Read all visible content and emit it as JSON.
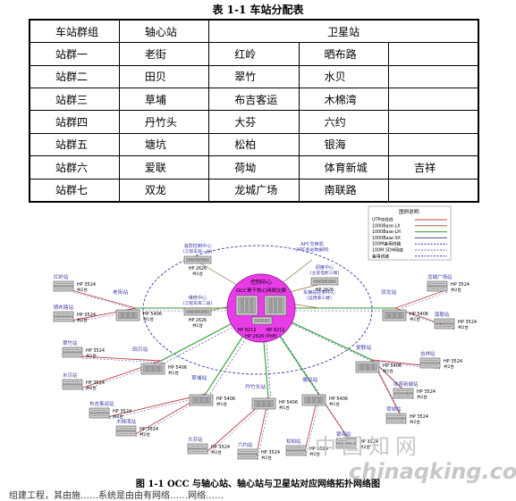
{
  "table": {
    "title": "表 1-1  车站分配表",
    "headers": [
      "车站群组",
      "轴心站",
      "卫星站"
    ],
    "rows": [
      {
        "group": "站群一",
        "hub": "老街",
        "sat": [
          "红岭",
          "晒布路"
        ]
      },
      {
        "group": "站群二",
        "hub": "田贝",
        "sat": [
          "翠竹",
          "水贝"
        ]
      },
      {
        "group": "站群三",
        "hub": "草埔",
        "sat": [
          "布吉客运",
          "木棉湾"
        ]
      },
      {
        "group": "站群四",
        "hub": "丹竹头",
        "sat": [
          "大芬",
          "六约"
        ]
      },
      {
        "group": "站群五",
        "hub": "塘坑",
        "sat": [
          "松柏",
          "银海"
        ]
      },
      {
        "group": "站群六",
        "hub": "爱联",
        "sat": [
          "荷坳",
          "体育新城",
          "吉祥"
        ]
      },
      {
        "group": "站群七",
        "hub": "双龙",
        "sat": [
          "龙城广场",
          "南联路"
        ]
      }
    ]
  },
  "diagram": {
    "legend": {
      "title": "图例说明:",
      "items": [
        {
          "label": "UTP双绞线",
          "color": "#c04040"
        },
        {
          "label": "1000Base-LX",
          "color": "#9a6a3a"
        },
        {
          "label": "1000Base-LH",
          "color": "#2aa02a"
        },
        {
          "label": "1000Base-SX",
          "color": "#4a4a9a"
        },
        {
          "label": "100M备用线路",
          "color": "#3030c0"
        },
        {
          "label": "100M SDH网络",
          "color": "#6060a0"
        },
        {
          "label": "备用线路",
          "color": "#3030c0"
        }
      ]
    },
    "center": {
      "label": "OCC骨干核心网络交换",
      "sublabel": "控制中心",
      "switches": [
        "HP 8212",
        "HP 8212",
        "HP 2626 (PoE)"
      ]
    },
    "inner_nodes": [
      {
        "name": "消防控制中心",
        "sub": "(工程车库一层)",
        "device": "HP 2626",
        "note": "共1台"
      },
      {
        "name": "维修中心",
        "sub": "(工程车库二层)",
        "device": "HP 2626",
        "note": "共1台"
      },
      {
        "name": "APC交换机",
        "sub": "(APC各站数据网)",
        "device": "",
        "note": ""
      },
      {
        "name": "调度中心",
        "sub": "(主变电所三楼)",
        "device": "HP 2626",
        "note": ""
      },
      {
        "name": "车辆段控制中心",
        "sub": "(运用库三楼)",
        "device": "",
        "note": ""
      }
    ],
    "hubs": [
      {
        "name": "老街站",
        "device": "HP 5406",
        "note": "共1台"
      },
      {
        "name": "田贝站",
        "device": "HP 5406",
        "note": "共1台"
      },
      {
        "name": "草埔站",
        "device": "HP 5406",
        "note": "共1台"
      },
      {
        "name": "丹竹头站",
        "device": "HP 5406",
        "note": "共1台"
      },
      {
        "name": "塘坑站",
        "device": "HP 5406",
        "note": "共1台"
      },
      {
        "name": "爱联站",
        "device": "HP 5406",
        "note": "共1台"
      },
      {
        "name": "双龙站",
        "device": "HP 5406",
        "note": "共1台"
      }
    ],
    "satellites": [
      {
        "name": "红岭站",
        "device": "HP 3524",
        "note": "共2台"
      },
      {
        "name": "晒布路站",
        "device": "HP 3524",
        "note": "共2台"
      },
      {
        "name": "翠竹站",
        "device": "HP 3524",
        "note": "共2台"
      },
      {
        "name": "水贝站",
        "device": "HP 3524",
        "note": "共2台"
      },
      {
        "name": "布吉客运站",
        "device": "HP 3524",
        "note": "共2台"
      },
      {
        "name": "木棉湾站",
        "device": "HP 3524",
        "note": "共2台"
      },
      {
        "name": "大芬站",
        "device": "HP 3524",
        "note": "共2台"
      },
      {
        "name": "六约站",
        "device": "HP 3524",
        "note": "共2台"
      },
      {
        "name": "松柏站",
        "device": "HP 3524",
        "note": "共2台"
      },
      {
        "name": "银海站",
        "device": "HP 3524",
        "note": "共2台"
      },
      {
        "name": "荷坳站",
        "device": "HP 3524",
        "note": "共2台"
      },
      {
        "name": "体育新城站",
        "device": "HP 3524",
        "note": "共2台"
      },
      {
        "name": "吉祥站",
        "device": "HP 3524",
        "note": "共2台"
      },
      {
        "name": "龙城广场站",
        "device": "HP 3524",
        "note": "共2台"
      },
      {
        "name": "南联站",
        "device": "HP 3524",
        "note": "共2台"
      }
    ]
  },
  "caption": "图 1-1   OCC 与轴心站、轴心站与卫星站对应网络拓扑网络图",
  "watermark": {
    "cn": "中国知网",
    "en": "chinaqking.com"
  },
  "bottom_text": "组建工程，其由施……系统是由由有网络……网络……"
}
